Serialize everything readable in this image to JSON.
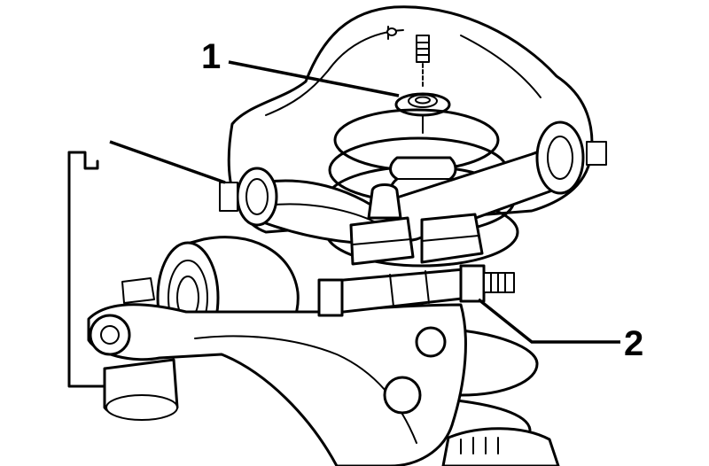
{
  "callouts": [
    {
      "number": "1",
      "part": "strut-top-nut"
    },
    {
      "number": "2",
      "part": "lower-balljoint-bolt"
    }
  ]
}
